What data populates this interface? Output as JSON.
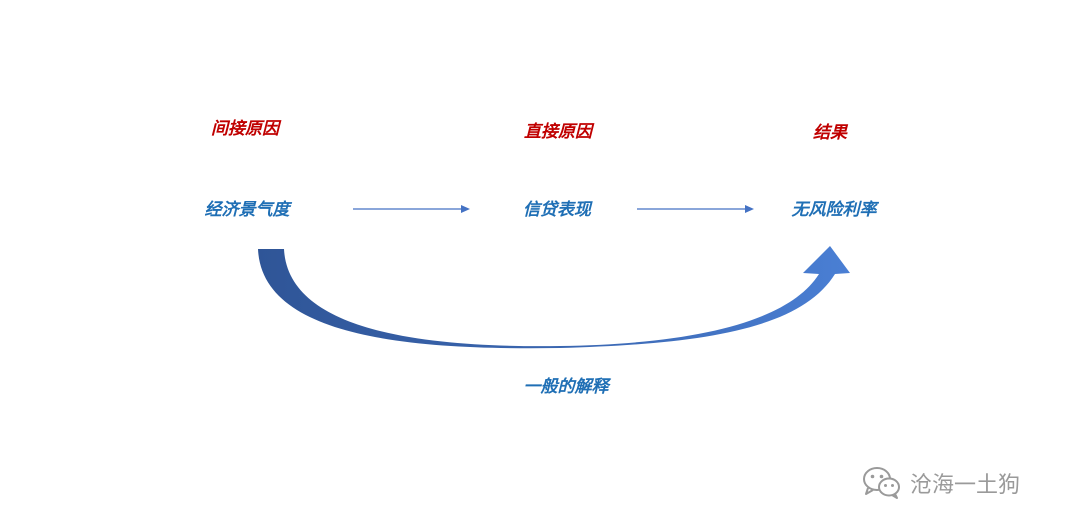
{
  "headers": {
    "indirect_cause": "间接原因",
    "direct_cause": "直接原因",
    "result": "结果"
  },
  "nodes": {
    "economic_climate": "经济景气度",
    "credit_performance": "信贷表现",
    "risk_free_rate": "无风险利率"
  },
  "curve_label": "一般的解释",
  "watermark": {
    "text": "沧海一土狗",
    "icon": "wechat-icon"
  },
  "colors": {
    "header_text": "#c00000",
    "node_text": "#1f6fb5",
    "arrow_line": "#4472c4",
    "curve_dark": "#2f5597",
    "curve_light": "#4a7fd4",
    "watermark": "#9a9a9a"
  }
}
